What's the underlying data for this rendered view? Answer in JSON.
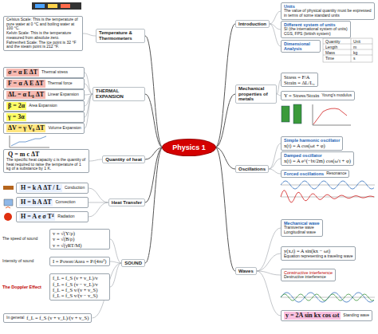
{
  "diagram": {
    "nodes": [
      {
        "text": [
          "Physics 1"
        ]
      },
      {
        "text": [
          "Temperature & Thermometers"
        ]
      },
      {
        "text": [
          "THERMAL EXPANSION"
        ]
      },
      {
        "text": [
          "Quantity of heat"
        ]
      },
      {
        "text": [
          "Heat Transfer"
        ]
      },
      {
        "text": [
          "SOUND"
        ]
      },
      {
        "text": [
          "Introduction"
        ]
      },
      {
        "text": [
          "Mechanical properties of metals"
        ]
      },
      {
        "text": [
          "Oscillations"
        ]
      },
      {
        "text": [
          "Waves"
        ]
      },
      {
        "text": [
          "σ = α E ΔT",
          "Thermal stress"
        ]
      },
      {
        "text": [
          "F = α A E ΔT",
          "Thermal force"
        ]
      },
      {
        "text": [
          "ΔL = α L₀ ΔT",
          "Linear Expansion"
        ]
      },
      {
        "text": [
          "β = 2α",
          "Area Expansion"
        ]
      },
      {
        "text": [
          "γ = 3α"
        ]
      },
      {
        "text": [
          "ΔV = γ V₀ ΔT",
          "Volume Expansion"
        ]
      },
      {
        "text": [
          "Celsius Scale: This is the temperature of pure water at 0 °C and boiling water at 100 °C.",
          "Kelvin Scale: This is the temperature measured from absolute zero.",
          "Fahrenheit Scale: The ice point is 32 °F and the steam point is 212 °F."
        ]
      },
      {
        "text": [
          "Q = m c ΔT",
          "The specific heat capacity c is the quantity of heat required to raise the temperature of 1 kg of a substance by 1 K."
        ]
      },
      {
        "text": [
          "H = k A ΔT / L",
          "Conduction"
        ]
      },
      {
        "text": [
          "H = h A ΔT",
          "Convection"
        ]
      },
      {
        "text": [
          "H = A e σ T⁴",
          "Radiation"
        ]
      },
      {
        "text": [
          "v = √(Y/ρ)",
          "v = √(B/ρ)",
          "v = √(γRT/M)"
        ]
      },
      {
        "text": [
          "I = Power/Area = P/(4πr²)"
        ]
      },
      {
        "text": [
          "f_L = f_S (v + v_L)/v",
          "f_L = f_S (v − v_L)/v",
          "f_L = f_S v/(v + v_S)",
          "f_L = f_S v/(v − v_S)"
        ]
      },
      {
        "text": [
          "In general",
          "f_L = f_S (v + v_L)/(v + v_S)"
        ]
      },
      {
        "text": [
          "Units",
          "The value of physical quantity must be expressed in terms of some standard units"
        ]
      },
      {
        "text": [
          "Different system of units",
          "SI (the international system of units)",
          "CGS, FPS (british system)"
        ]
      },
      {
        "text": [
          "Dimensional Analysis"
        ]
      },
      {
        "text": [
          "Stress = F/A",
          "Strain = ΔL/L₀"
        ]
      },
      {
        "text": [
          "Y = Stress/Strain",
          "Young's modulus"
        ]
      },
      {
        "text": [
          "Simple harmonic oscillator",
          "x(t) = A cos(ωt + φ)"
        ]
      },
      {
        "text": [
          "Damped oscillator",
          "x(t) = A e^(−bt/2m) cos(ω′t + φ)"
        ]
      },
      {
        "text": [
          "Forced oscillations",
          "Resonance"
        ]
      },
      {
        "text": [
          "Mechanical wave",
          "Transverse wave",
          "Longitudinal wave"
        ]
      },
      {
        "text": [
          "y(x,t) = A sin(kx − ωt)",
          "Equation representing a traveling wave"
        ]
      },
      {
        "text": [
          "Constructive interference",
          "Destructive interference"
        ]
      },
      {
        "text": [
          "y = 2A sin kx cos ωt",
          "Standing wave"
        ]
      }
    ],
    "edges": [
      {
        "from": 0,
        "to": 1,
        "arrow": "none"
      },
      {
        "from": 0,
        "to": 2,
        "arrow": "none"
      },
      {
        "from": 0,
        "to": 3,
        "arrow": "none"
      },
      {
        "from": 0,
        "to": 4,
        "arrow": "none"
      },
      {
        "from": 0,
        "to": 5,
        "arrow": "none"
      },
      {
        "from": 0,
        "to": 6,
        "arrow": "none"
      },
      {
        "from": 0,
        "to": 7,
        "arrow": "none"
      },
      {
        "from": 0,
        "to": 8,
        "arrow": "none"
      },
      {
        "from": 0,
        "to": 9,
        "arrow": "none"
      },
      {
        "from": 1,
        "to": 16,
        "arrow": "none"
      },
      {
        "from": 2,
        "to": 10,
        "arrow": "none"
      },
      {
        "from": 2,
        "to": 11,
        "arrow": "none"
      },
      {
        "from": 2,
        "to": 12,
        "arrow": "none"
      },
      {
        "from": 2,
        "to": 13,
        "arrow": "none"
      },
      {
        "from": 2,
        "to": 14,
        "arrow": "none"
      },
      {
        "from": 2,
        "to": 15,
        "arrow": "none"
      },
      {
        "from": 3,
        "to": 17,
        "arrow": "none"
      },
      {
        "from": 4,
        "to": 18,
        "arrow": "none"
      },
      {
        "from": 4,
        "to": 19,
        "arrow": "none"
      },
      {
        "from": 4,
        "to": 20,
        "arrow": "none"
      },
      {
        "from": 5,
        "to": 21,
        "arrow": "none"
      },
      {
        "from": 5,
        "to": 22,
        "arrow": "none"
      },
      {
        "from": 5,
        "to": 23,
        "arrow": "none"
      },
      {
        "from": 5,
        "to": 24,
        "arrow": "none"
      },
      {
        "from": 6,
        "to": 25,
        "arrow": "none"
      },
      {
        "from": 6,
        "to": 26,
        "arrow": "none"
      },
      {
        "from": 6,
        "to": 27,
        "arrow": "none"
      },
      {
        "from": 7,
        "to": 28,
        "arrow": "none"
      },
      {
        "from": 7,
        "to": 29,
        "arrow": "none"
      },
      {
        "from": 8,
        "to": 30,
        "arrow": "none"
      },
      {
        "from": 8,
        "to": 31,
        "arrow": "none"
      },
      {
        "from": 8,
        "to": 32,
        "arrow": "none"
      },
      {
        "from": 9,
        "to": 33,
        "arrow": "none"
      },
      {
        "from": 9,
        "to": 34,
        "arrow": "none"
      },
      {
        "from": 9,
        "to": 35,
        "arrow": "none"
      },
      {
        "from": 9,
        "to": 36,
        "arrow": "none"
      }
    ],
    "labels": [
      "The speed of sound",
      "Intensity of sound",
      "The Doppler Effect",
      "Quantity",
      "Unit",
      "Length",
      "m",
      "Mass",
      "kg",
      "Time",
      "s"
    ]
  }
}
